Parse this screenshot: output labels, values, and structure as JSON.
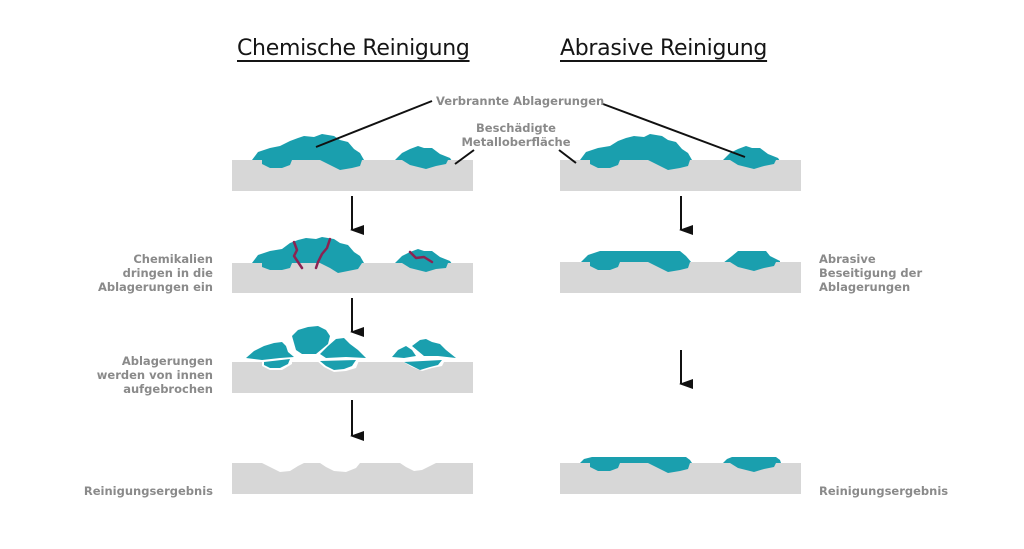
{
  "titles": {
    "chemical": "Chemische Reinigung",
    "abrasive": "Abrasive Reinigung"
  },
  "callouts": {
    "deposits": "Verbrannte Ablagerungen",
    "surface_line1": "Beschädigte",
    "surface_line2": "Metalloberfläche"
  },
  "chemical_steps": [
    {
      "lines": [
        "Chemikalien",
        "dringen in die",
        "Ablagerungen ein"
      ]
    },
    {
      "lines": [
        "Ablagerungen",
        "werden von innen",
        "aufgebrochen"
      ]
    },
    {
      "lines": [
        "Reinigungsergebnis"
      ]
    }
  ],
  "abrasive_steps": [
    {
      "lines": [
        "Abrasive",
        "Beseitigung der",
        "Ablagerungen"
      ]
    },
    {
      "lines": [
        "Reinigungsergebnis"
      ]
    }
  ],
  "colors": {
    "deposit": "#1a9fae",
    "metal": "#d7d7d7",
    "crack": "#8b2252",
    "label": "#8a8a8a",
    "arrow": "#111111"
  }
}
